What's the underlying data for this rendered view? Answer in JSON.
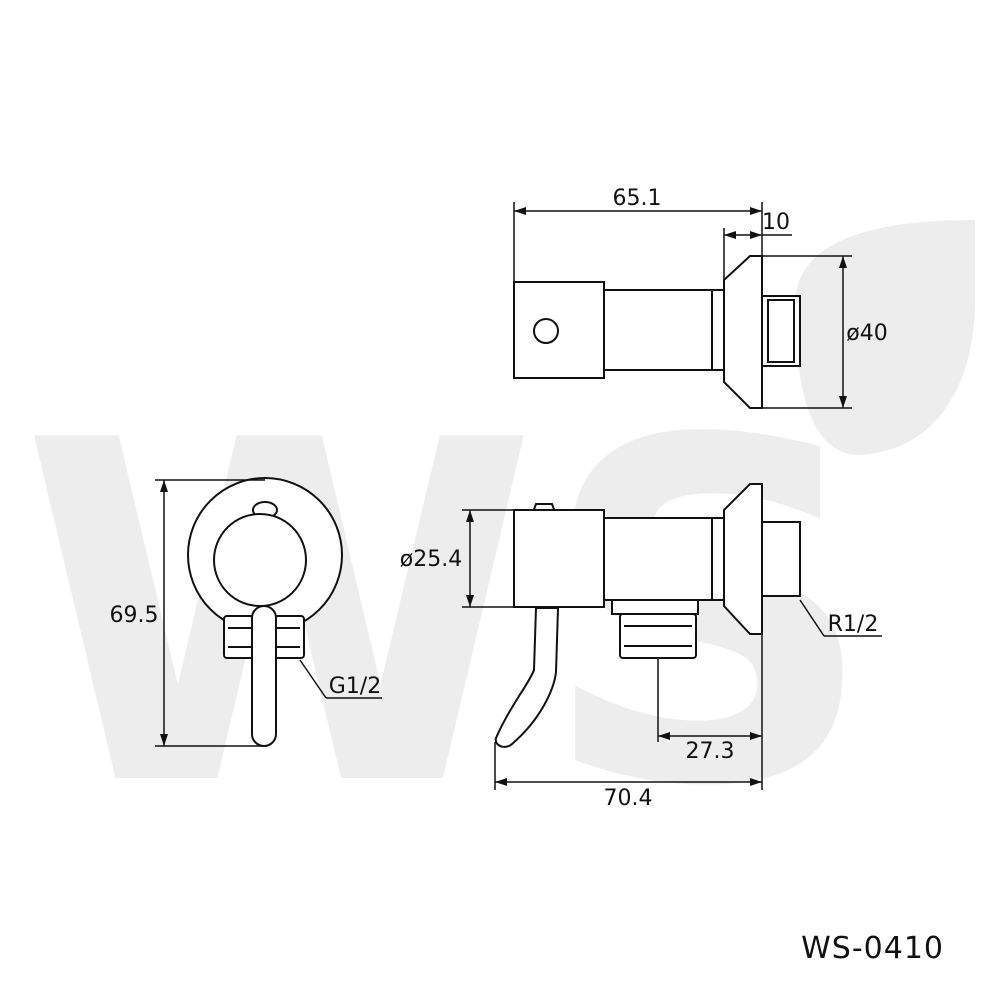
{
  "diagram": {
    "dimensions": {
      "top_length": "65.1",
      "flange_thickness": "10",
      "flange_diameter": "ø40",
      "height": "69.5",
      "body_diameter": "ø25.4",
      "outlet_offset": "27.3",
      "total_length": "70.4"
    },
    "thread_labels": {
      "outlet_thread": "G1/2",
      "inlet_thread": "R1/2"
    },
    "model_code": "WS-0410",
    "watermark": {
      "text": "WS",
      "registered_mark": "R"
    },
    "colors": {
      "line": "#111111",
      "watermark": "#ededed",
      "background": "#ffffff"
    }
  }
}
